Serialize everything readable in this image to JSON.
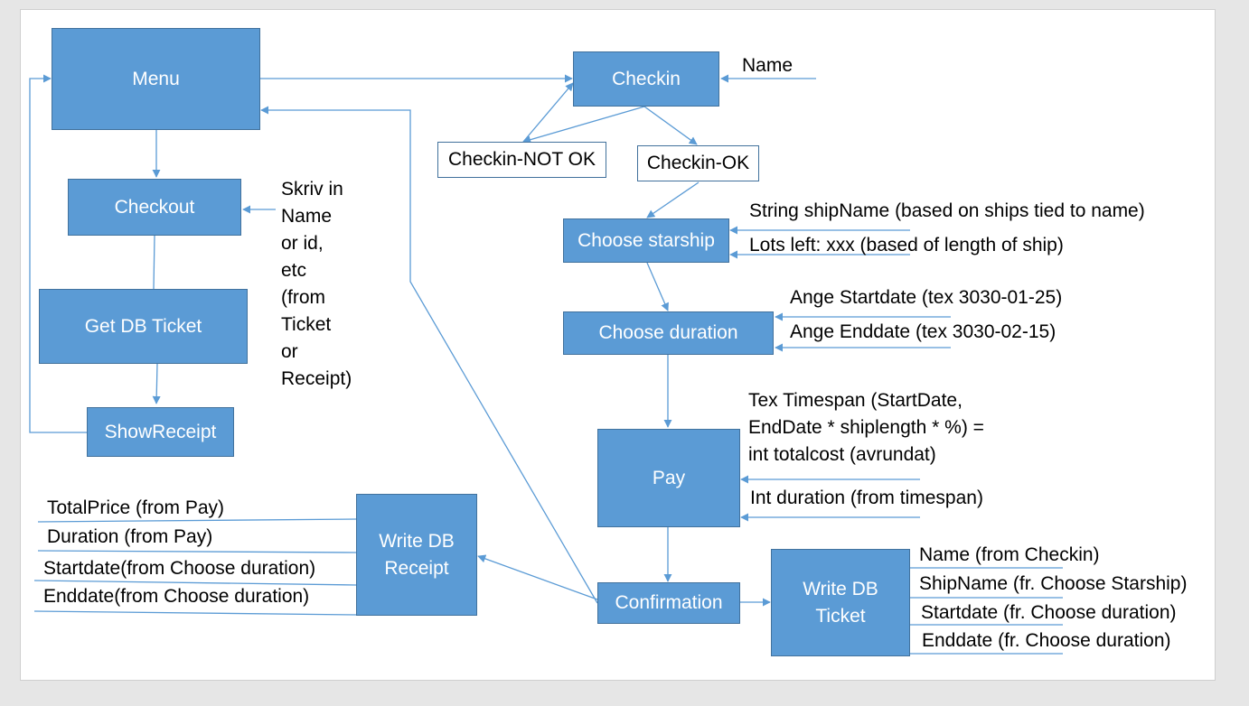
{
  "colors": {
    "process": "#5b9bd5",
    "border": "#41719c",
    "connector": "#5b9bd5"
  },
  "nodes": {
    "menu": "Menu",
    "checkin": "Checkin",
    "checkin_not_ok": "Checkin-NOT OK",
    "checkin_ok": "Checkin-OK",
    "checkout": "Checkout",
    "get_db_ticket": "Get DB Ticket",
    "show_receipt": "ShowReceipt",
    "choose_starship": "Choose starship",
    "choose_duration": "Choose duration",
    "pay": "Pay",
    "confirmation": "Confirmation",
    "write_db_receipt": "Write DB\nReceipt",
    "write_db_ticket": "Write DB\nTicket"
  },
  "labels": {
    "name": "Name",
    "skriv": "Skriv in\nName\nor id,\netc\n(from\nTicket\nor\nReceipt)",
    "ship_name": "String shipName (based on ships tied to name)",
    "lots_left": "Lots left: xxx (based of length of ship)",
    "startdate_in": "Ange Startdate (tex 3030-01-25)",
    "enddate_in": "Ange Enddate (tex 3030-02-15)",
    "timespan": "Tex Timespan (StartDate,\nEndDate * shiplength * %)   =\nint totalcost (avrundat)",
    "int_duration": "Int duration (from timespan)",
    "receipt_items": [
      "TotalPrice (from Pay)",
      "Duration (from Pay)",
      "Startdate(from Choose duration)",
      "Enddate(from Choose duration)"
    ],
    "ticket_items": [
      "Name (from Checkin)",
      "ShipName (fr. Choose Starship)",
      "Startdate (fr. Choose duration)",
      "Enddate (fr. Choose duration)"
    ]
  }
}
